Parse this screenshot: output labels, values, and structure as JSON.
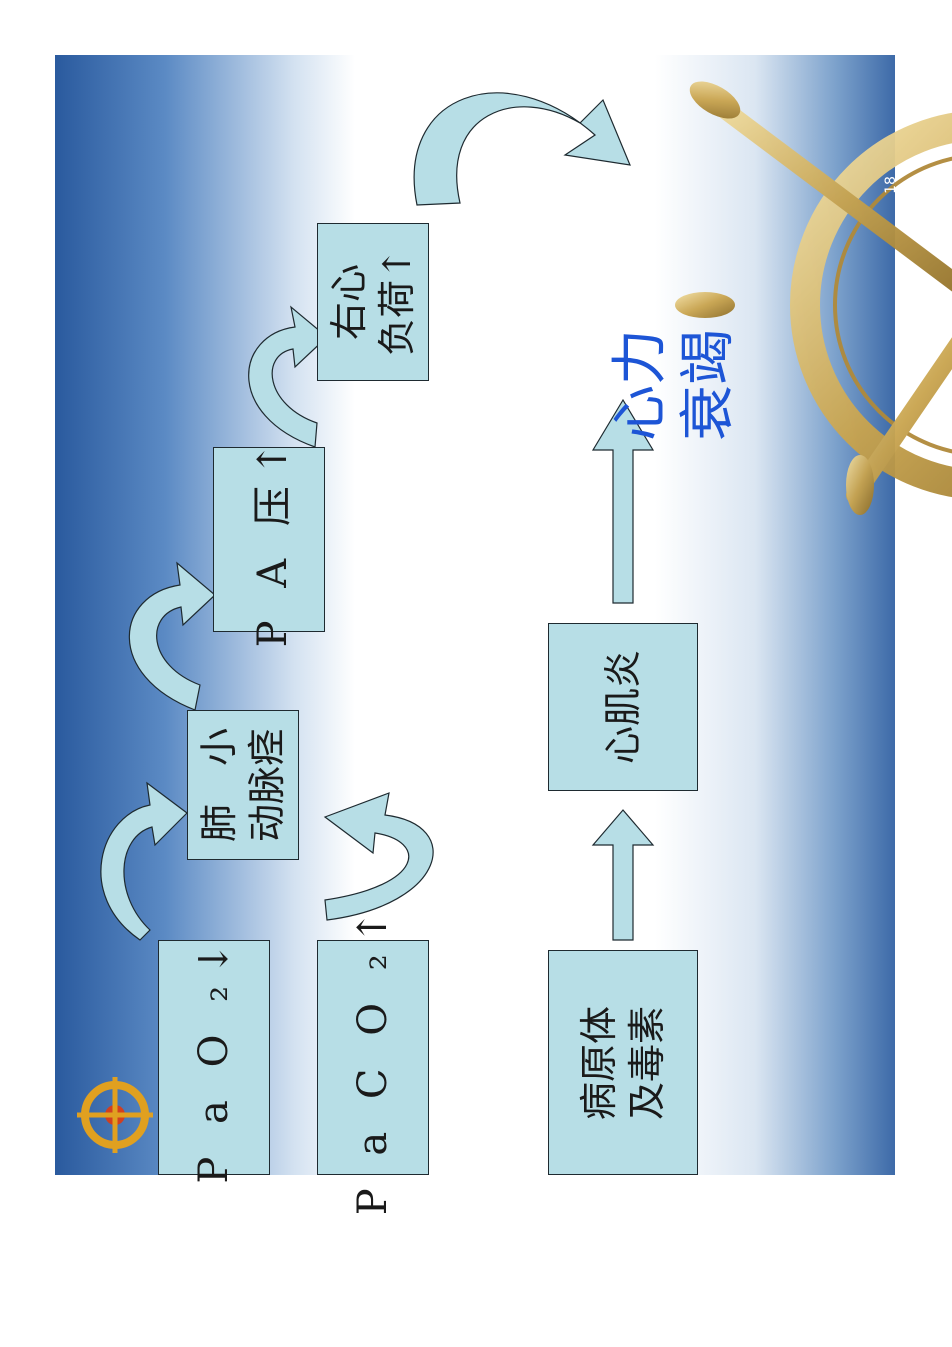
{
  "nodes": {
    "pao2": "P a O ₂↓",
    "paco2": "P a C O ₂↑",
    "embolism_line1": "肺　小",
    "embolism_line2": "动脉痉",
    "pa_pressure": "P A 压↑",
    "right_heart_line1": "右心",
    "right_heart_line2": "负荷↑",
    "pathogen_line1": "病原体",
    "pathogen_line2": "及毒素",
    "myocarditis": "心肌炎",
    "heart_failure_line1": "心力",
    "heart_failure_line2": "衰竭"
  },
  "page_number": "18",
  "colors": {
    "box_fill": "#b7dee6",
    "conclusion_text": "#1d55d6"
  }
}
